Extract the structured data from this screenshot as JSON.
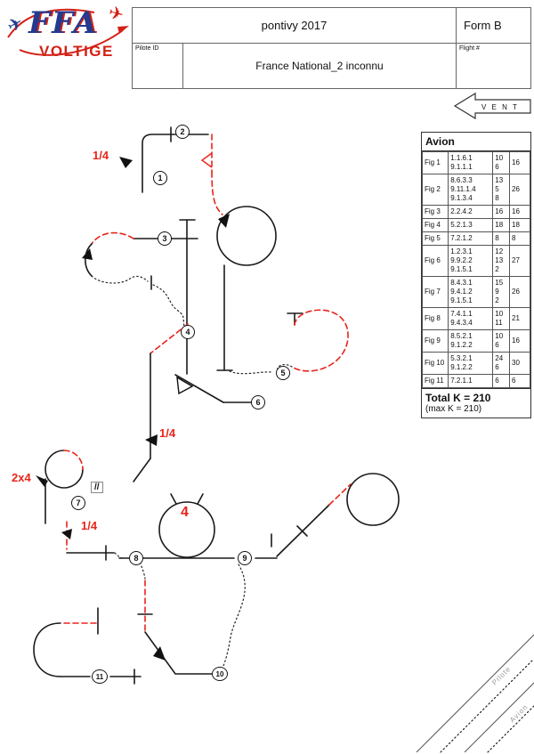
{
  "header": {
    "logo_ffa": "FFA",
    "logo_voltige": "VOLTIGE",
    "contest_title": "pontivy 2017",
    "form_label": "Form B",
    "pilote_id_label": "Pilote ID",
    "program_title": "France National_2 inconnu",
    "flight_label": "Flight #"
  },
  "wind_label": "V E N T",
  "table": {
    "title": "Avion",
    "rows": [
      {
        "fig": "Fig 1",
        "lines": [
          {
            "cat": "1.1.6.1",
            "k": "10"
          },
          {
            "cat": "9.1.1.1",
            "k": "6"
          }
        ],
        "total": "16"
      },
      {
        "fig": "Fig 2",
        "lines": [
          {
            "cat": "8.6.3.3",
            "k": "13"
          },
          {
            "cat": "9.11.1.4",
            "k": "5"
          },
          {
            "cat": "9.1.3.4",
            "k": "8"
          }
        ],
        "total": "26"
      },
      {
        "fig": "Fig 3",
        "lines": [
          {
            "cat": "2.2.4.2",
            "k": "16"
          }
        ],
        "total": "16"
      },
      {
        "fig": "Fig 4",
        "lines": [
          {
            "cat": "5.2.1.3",
            "k": "18"
          }
        ],
        "total": "18"
      },
      {
        "fig": "Fig 5",
        "lines": [
          {
            "cat": "7.2.1.2",
            "k": "8"
          }
        ],
        "total": "8"
      },
      {
        "fig": "Fig 6",
        "lines": [
          {
            "cat": "1.2.3.1",
            "k": "12"
          },
          {
            "cat": "9.9.2.2",
            "k": "13"
          },
          {
            "cat": "9.1.5.1",
            "k": "2"
          }
        ],
        "total": "27"
      },
      {
        "fig": "Fig 7",
        "lines": [
          {
            "cat": "8.4.3.1",
            "k": "15"
          },
          {
            "cat": "9.4.1.2",
            "k": "9"
          },
          {
            "cat": "9.1.5.1",
            "k": "2"
          }
        ],
        "total": "26"
      },
      {
        "fig": "Fig 8",
        "lines": [
          {
            "cat": "7.4.1.1",
            "k": "10"
          },
          {
            "cat": "9.4.3.4",
            "k": "11"
          }
        ],
        "total": "21"
      },
      {
        "fig": "Fig 9",
        "lines": [
          {
            "cat": "8.5.2.1",
            "k": "10"
          },
          {
            "cat": "9.1.2.2",
            "k": "6"
          }
        ],
        "total": "16"
      },
      {
        "fig": "Fig 10",
        "lines": [
          {
            "cat": "5.3.2.1",
            "k": "24"
          },
          {
            "cat": "9.1.2.2",
            "k": "6"
          }
        ],
        "total": "30"
      },
      {
        "fig": "Fig 11",
        "lines": [
          {
            "cat": "7.2.1.1",
            "k": "6"
          }
        ],
        "total": "6"
      }
    ],
    "total_k_label": "Total K = 210",
    "max_k_label": "(max K = 210)"
  },
  "diagram": {
    "figure_numbers": [
      "1",
      "2",
      "3",
      "4",
      "5",
      "6",
      "7",
      "8",
      "9",
      "10",
      "11"
    ],
    "annotations": {
      "quarter_1": "1/4",
      "quarter_2": "1/4",
      "quarter_3": "1/4",
      "two_by_four": "2x4",
      "four": "4",
      "interruption": "//"
    }
  },
  "signature": {
    "pilote_label": "Pilote",
    "avion_label": "Avion"
  },
  "colors": {
    "accent_red": "#e8251a",
    "ink": "#1a1a1a",
    "logo_blue": "#233a8f",
    "logo_red": "#d42015"
  }
}
